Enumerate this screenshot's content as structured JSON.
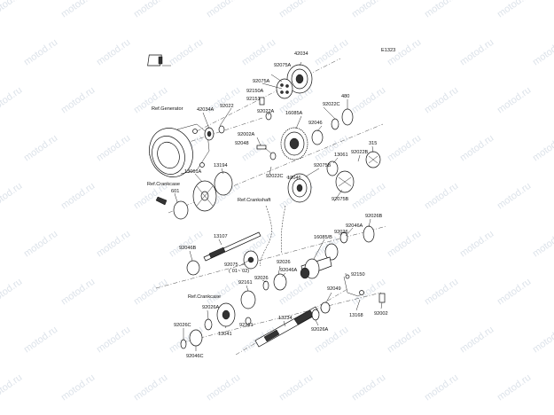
{
  "diagram_code": "E1323",
  "watermark": "motod.ru",
  "ref_labels": {
    "generator": "Ref.Generator",
    "crankcase_1": "Ref.Crankcase",
    "crankshaft": "Ref.Crankshaft",
    "crankcase_2": "Ref.Crankcase"
  },
  "part_labels": [
    "42034",
    "92075A",
    "92075A",
    "92151",
    "92150A",
    "92022",
    "92022A",
    "42034A",
    "16085A",
    "92022C",
    "480",
    "92046",
    "92002A",
    "92048",
    "13061",
    "315",
    "92022B",
    "13194",
    "13061A",
    "92075B",
    "92022C",
    "12046",
    "601",
    "92075B",
    "92026B",
    "16085/B",
    "92026",
    "92046A",
    "13107",
    "92046B",
    "92075",
    "(`01~`02)",
    "92026",
    "92046A",
    "92150",
    "92049",
    "92161",
    "92026",
    "13168",
    "92002",
    "92026A",
    "13234",
    "92026C",
    "92161",
    "92026A",
    "13041",
    "92046C"
  ]
}
